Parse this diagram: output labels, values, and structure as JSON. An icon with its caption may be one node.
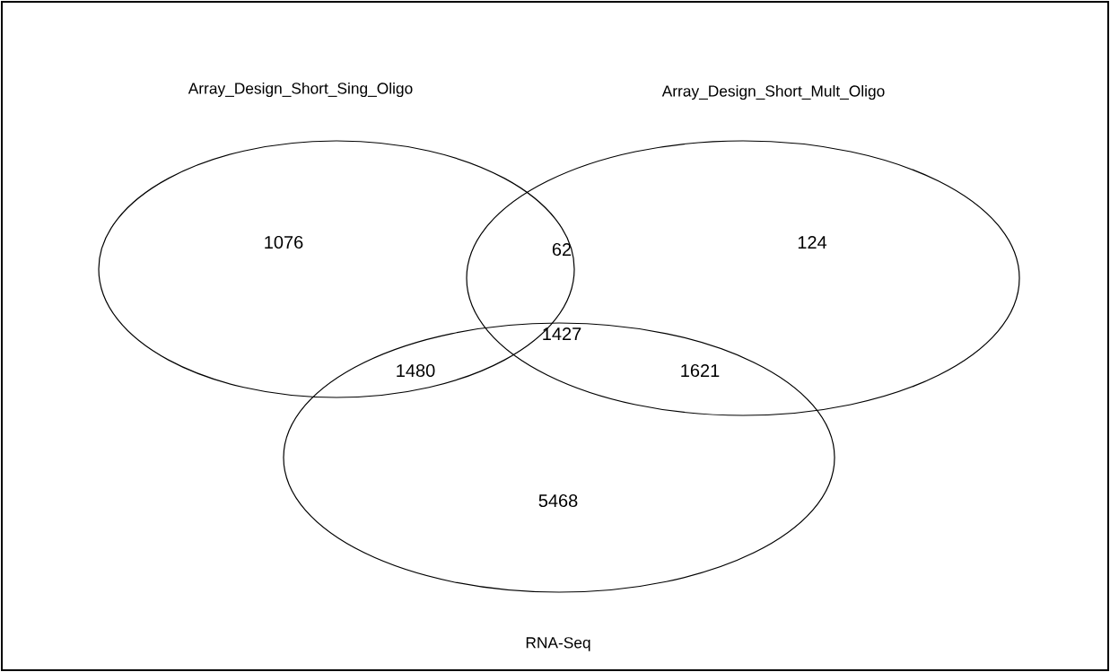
{
  "diagram": {
    "nodes": [
      {
        "text": [
          "Array_Design_Short_Sing_Oligo"
        ]
      },
      {
        "text": [
          "Array_Design_Short_Mult_Oligo"
        ]
      },
      {
        "text": [
          "RNA-Seq"
        ]
      }
    ],
    "labels": [
      "1076",
      "62",
      "124",
      "1427",
      "1480",
      "1621",
      "5468"
    ]
  }
}
